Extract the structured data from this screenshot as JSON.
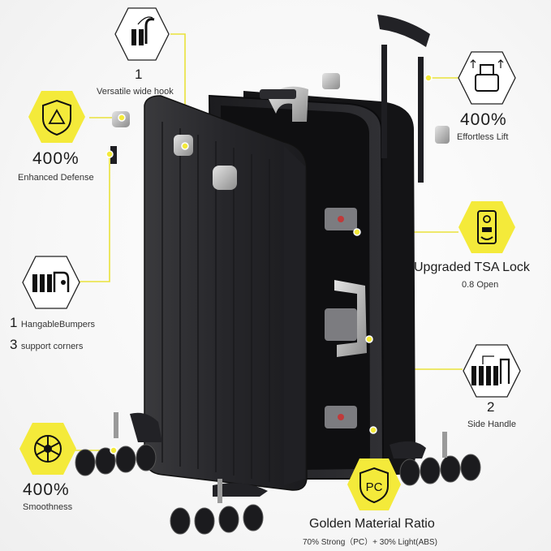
{
  "features": {
    "hook": {
      "number": "1",
      "caption": "Versatile wide hook",
      "icon": "hook-icon"
    },
    "defense": {
      "value": "400%",
      "caption": "Enhanced Defense",
      "icon": "shield-icon"
    },
    "bumpers": {
      "count_1": "1",
      "label_1": "HangableBumpers",
      "count_2": "3",
      "label_2": "support corners",
      "icon": "bumper-icon"
    },
    "smoothness": {
      "value": "400%",
      "caption": "Smoothness",
      "icon": "wheel-icon"
    },
    "lift": {
      "value": "400%",
      "caption": "Effortless Lift",
      "icon": "lift-icon"
    },
    "lock": {
      "title": "Upgraded TSA Lock",
      "caption": "0.8 Open",
      "icon": "lock-icon"
    },
    "handle": {
      "number": "2",
      "caption": "Side Handle",
      "icon": "side-handle-icon"
    },
    "material": {
      "badge": "PC",
      "title": "Golden Material Ratio",
      "caption": "70% Strong（PC）+ 30% Light(ABS)",
      "icon": "pc-badge-icon"
    }
  },
  "colors": {
    "accent": "#f4ea3a",
    "line": "#e9e23a",
    "suitcase": "#2a2a2c"
  }
}
